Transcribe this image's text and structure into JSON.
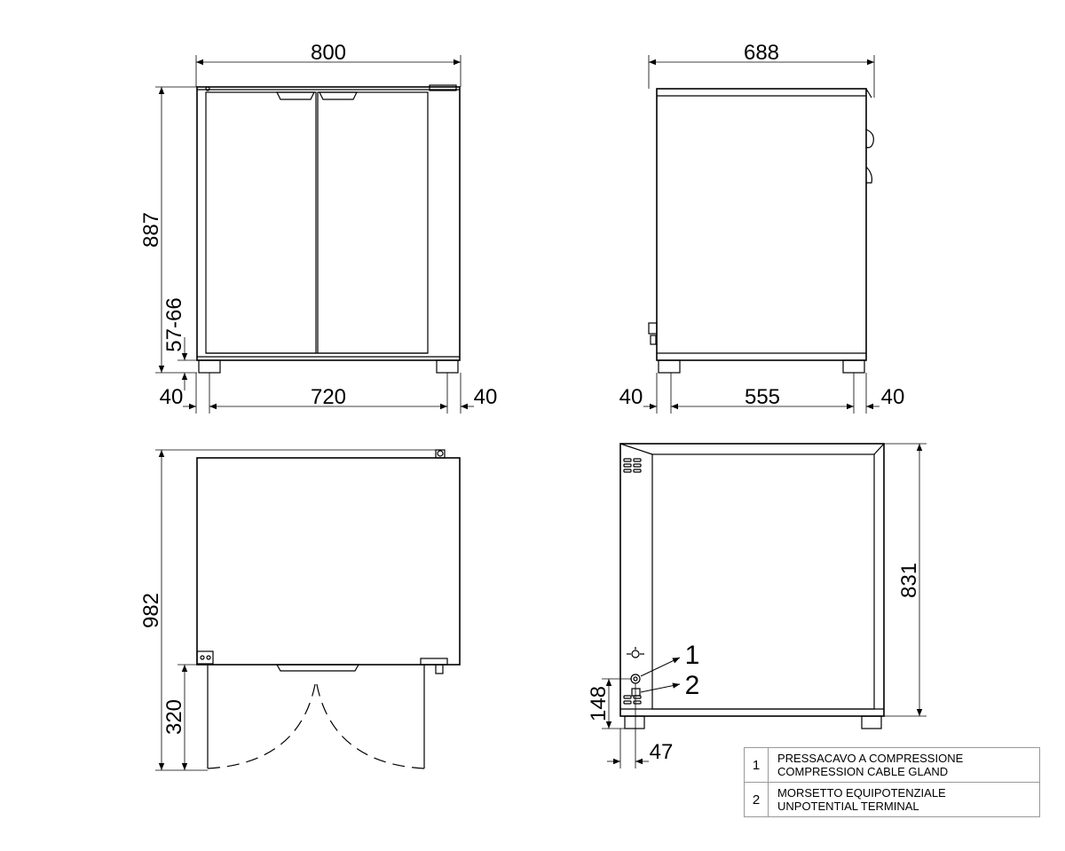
{
  "front_view": {
    "width": "800",
    "height": "887",
    "foot_gap": "57-66",
    "side_left": "40",
    "inner_width": "720",
    "side_right": "40"
  },
  "side_view": {
    "depth": "688",
    "side_left": "40",
    "inner_depth": "555",
    "side_right": "40"
  },
  "top_view": {
    "depth": "982",
    "door_swing": "320"
  },
  "rear_view": {
    "height": "831",
    "connection_height": "148",
    "connection_offset": "47",
    "callout_1": "1",
    "callout_2": "2"
  },
  "legend": [
    {
      "num": "1",
      "line1": "PRESSACAVO A COMPRESSIONE",
      "line2": "COMPRESSION CABLE GLAND"
    },
    {
      "num": "2",
      "line1": "MORSETTO EQUIPOTENZIALE",
      "line2": "UNPOTENTIAL TERMINAL"
    }
  ]
}
